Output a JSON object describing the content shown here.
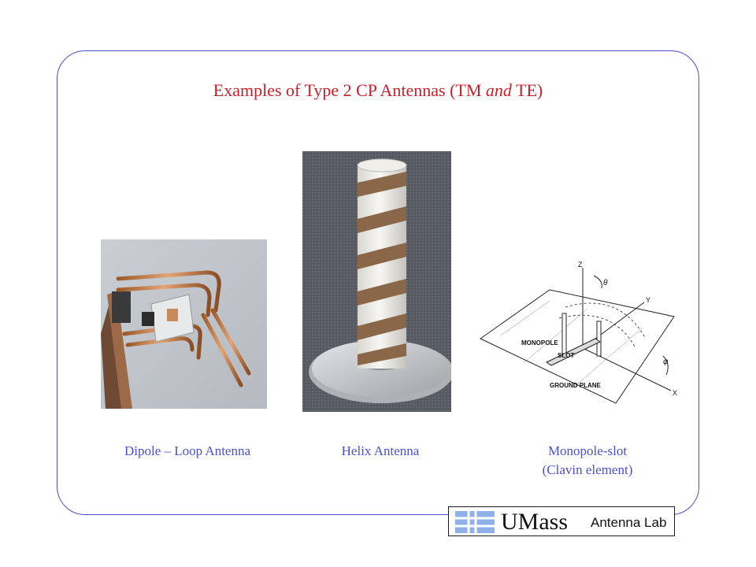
{
  "slide": {
    "title_pre": "Examples of Type 2 CP Antennas (TM ",
    "title_em": "and",
    "title_post": " TE)"
  },
  "figures": [
    {
      "caption": "Dipole – Loop Antenna"
    },
    {
      "caption": "Helix Antenna"
    },
    {
      "caption_line1": "Monopole-slot",
      "caption_line2": "(Clavin element)"
    }
  ],
  "diagram_labels": {
    "z": "Z",
    "theta": "θ",
    "y": "Y",
    "x": "X",
    "phi": "φ",
    "monopole": "MONOPOLE",
    "slot": "SLOT",
    "ground_plane": "GROUND PLANE"
  },
  "logo": {
    "umass": "UMass",
    "lab": "Antenna Lab",
    "accent": "#8fb0e8"
  },
  "colors": {
    "title": "#c8202a",
    "caption": "#4a4fd1",
    "frame": "#4a4fd1"
  }
}
